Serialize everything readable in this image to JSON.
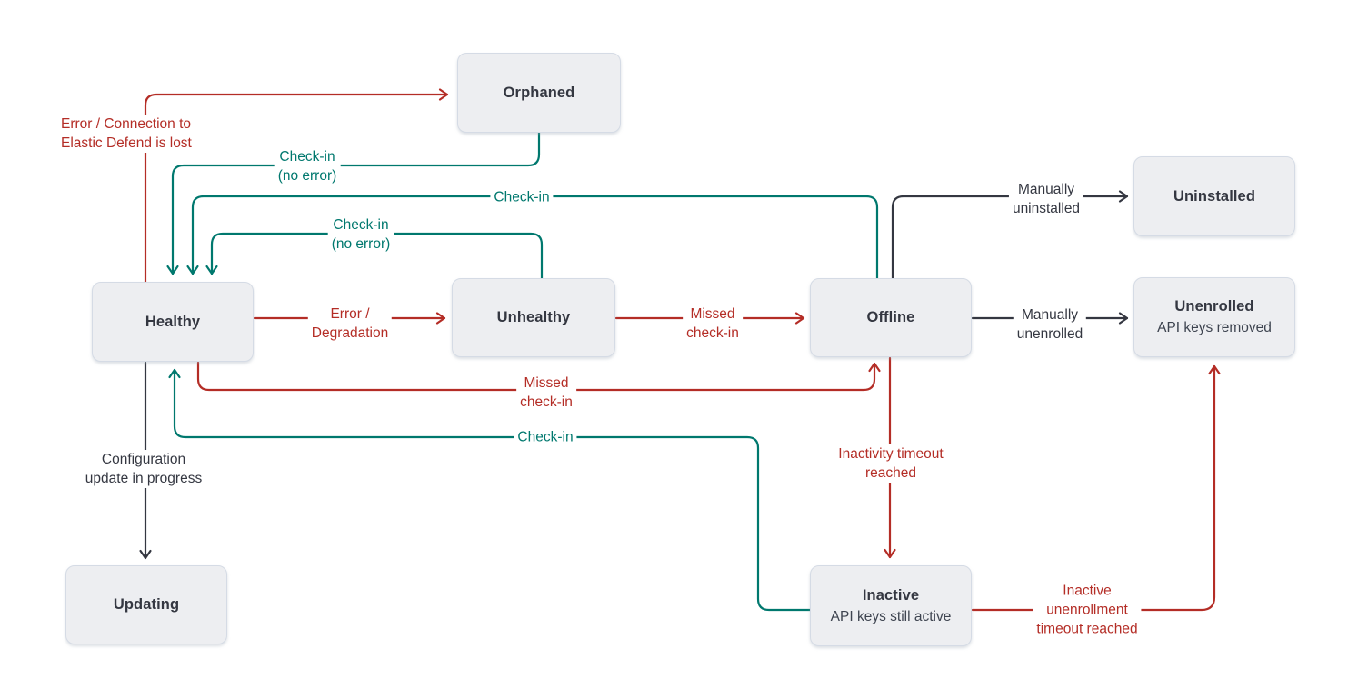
{
  "diagram": {
    "description": "Agent status state diagram",
    "colors": {
      "error": "#B42D26",
      "success": "#00786E",
      "neutral": "#343741",
      "node_fill": "#EDEEF1",
      "node_border": "#D5DBE5",
      "node_text": "#343741",
      "background": "#FFFFFF"
    },
    "nodes": {
      "orphaned": {
        "title": "Orphaned"
      },
      "healthy": {
        "title": "Healthy"
      },
      "unhealthy": {
        "title": "Unhealthy"
      },
      "offline": {
        "title": "Offline"
      },
      "uninstalled": {
        "title": "Uninstalled"
      },
      "unenrolled": {
        "title": "Unenrolled",
        "subtitle": "API keys removed"
      },
      "updating": {
        "title": "Updating"
      },
      "inactive": {
        "title": "Inactive",
        "subtitle": "API keys still active"
      }
    },
    "edges": {
      "healthy_to_orphaned": {
        "from": "Healthy",
        "to": "Orphaned",
        "label": "Error / Connection to\nElastic Defend is lost",
        "color": "error"
      },
      "orphaned_to_healthy": {
        "from": "Orphaned",
        "to": "Healthy",
        "label": "Check-in\n(no error)",
        "color": "success"
      },
      "offline_to_healthy": {
        "from": "Offline",
        "to": "Healthy",
        "label": "Check-in",
        "color": "success"
      },
      "unhealthy_to_healthy": {
        "from": "Unhealthy",
        "to": "Healthy",
        "label": "Check-in\n(no error)",
        "color": "success"
      },
      "healthy_to_unhealthy": {
        "from": "Healthy",
        "to": "Unhealthy",
        "label": "Error /\nDegradation",
        "color": "error"
      },
      "unhealthy_to_offline": {
        "from": "Unhealthy",
        "to": "Offline",
        "label": "Missed\ncheck-in",
        "color": "error"
      },
      "offline_to_uninstalled": {
        "from": "Offline",
        "to": "Uninstalled",
        "label": "Manually\nuninstalled",
        "color": "neutral"
      },
      "offline_to_unenrolled": {
        "from": "Offline",
        "to": "Unenrolled",
        "label": "Manually\nunenrolled",
        "color": "neutral"
      },
      "healthy_to_offline": {
        "from": "Healthy",
        "to": "Offline",
        "label": "Missed\ncheck-in",
        "color": "error"
      },
      "inactive_to_healthy": {
        "from": "Inactive",
        "to": "Healthy",
        "label": "Check-in",
        "color": "success"
      },
      "healthy_to_updating": {
        "from": "Healthy",
        "to": "Updating",
        "label": "Configuration\nupdate in progress",
        "color": "neutral"
      },
      "offline_to_inactive": {
        "from": "Offline",
        "to": "Inactive",
        "label": "Inactivity timeout\nreached",
        "color": "error"
      },
      "inactive_to_unenrolled": {
        "from": "Inactive",
        "to": "Unenrolled",
        "label": "Inactive\nunenrollment\ntimeout reached",
        "color": "error"
      }
    }
  }
}
